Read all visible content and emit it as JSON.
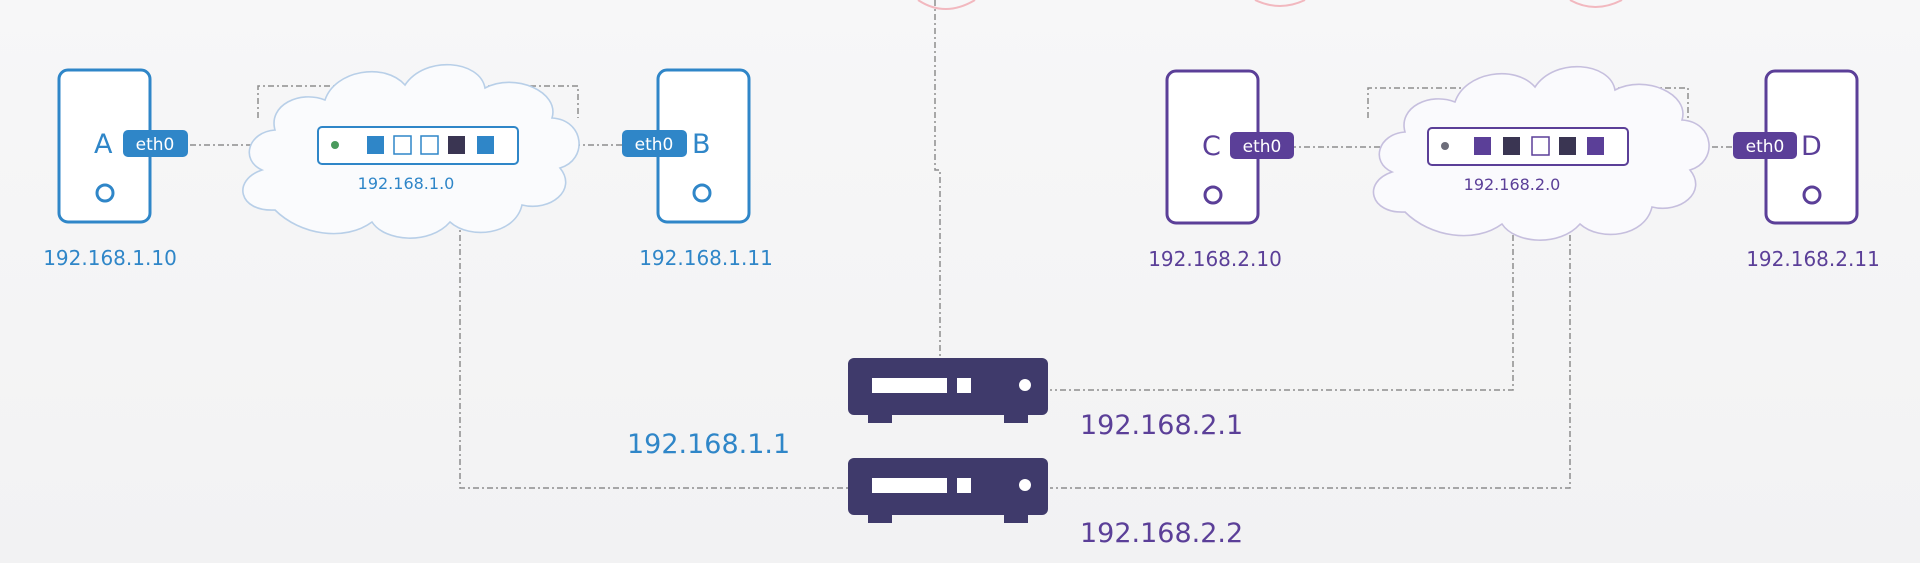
{
  "networks": {
    "left": {
      "switch_subnet": "192.168.1.0",
      "color": "#2f86c8",
      "hosts": [
        {
          "name": "A",
          "iface": "eth0",
          "ip": "192.168.1.10"
        },
        {
          "name": "B",
          "iface": "eth0",
          "ip": "192.168.1.11"
        }
      ]
    },
    "right": {
      "switch_subnet": "192.168.2.0",
      "color": "#5b3f98",
      "hosts": [
        {
          "name": "C",
          "iface": "eth0",
          "ip": "192.168.2.10"
        },
        {
          "name": "D",
          "iface": "eth0",
          "ip": "192.168.2.11"
        }
      ]
    }
  },
  "routers": {
    "top": {
      "ip": "192.168.2.1"
    },
    "bottom": {
      "left_ip": "192.168.1.1",
      "right_ip": "192.168.2.2"
    }
  },
  "icons": {
    "server": "server-icon",
    "switch": "switch-icon",
    "cloud": "cloud-icon",
    "router": "router-icon"
  },
  "colors": {
    "background": "#f5f5f6",
    "link": "#8a8a8a",
    "router": "#3f3a6b",
    "blue": "#2f86c8",
    "purple": "#5b3f98"
  }
}
